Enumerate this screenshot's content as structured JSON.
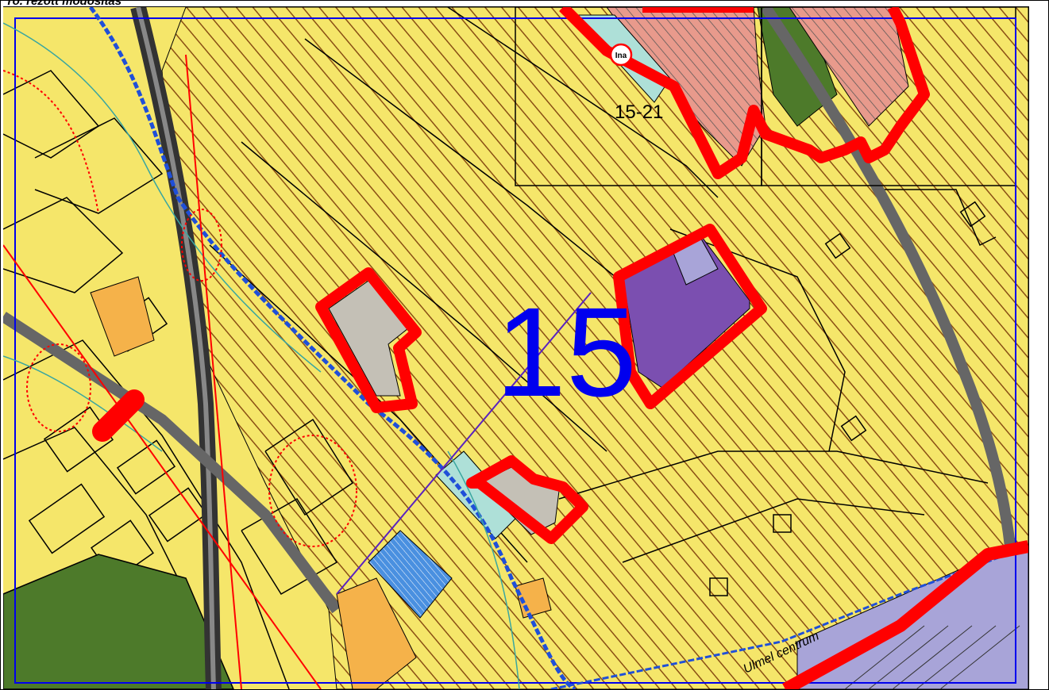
{
  "header": {
    "title": "To. rezott modosítas"
  },
  "map": {
    "zone_number": "15",
    "block_label": "15-21",
    "poi_label": "Ina",
    "street_label": "Ulmel centrum",
    "colors": {
      "residential": "#f5e66a",
      "hatch": "#8a4f14",
      "change_outline": "#ff0000",
      "boundary": "#0000ee",
      "public_building": "#7b4fb0",
      "pink_zone": "#e89a8c",
      "green_zone": "#4d7a2a",
      "road": "#777777",
      "grey_parcel": "#c4c0b6",
      "cyan_parcel": "#aee0d8",
      "blue_parcel": "#4a90e0",
      "orange_parcel": "#f5b24a",
      "lilac_zone": "#a8a4d8"
    }
  }
}
